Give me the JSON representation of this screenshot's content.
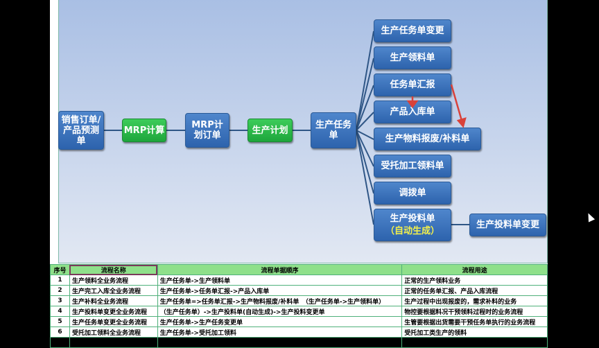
{
  "diagram": {
    "chain": [
      "销售订单/产品预测单",
      "MRP计算",
      "MRP计划订单",
      "生产计划",
      "生产任务单"
    ],
    "branches": [
      "生产任务单变更",
      "生产领料单",
      "任务单汇报",
      "产品入库单",
      "生产物料报废/补料单",
      "受托加工领料单",
      "调拨单"
    ],
    "feed": {
      "line1": "生产投料单",
      "line2": "（自动生成）"
    },
    "feed_change": "生产投料单变更",
    "colors": {
      "blue": "#3a72bd",
      "green": "#2bb94a",
      "arrow": "#d9423a",
      "highlight_text": "#f4f04a"
    }
  },
  "table": {
    "headers": [
      "序号",
      "流程名称",
      "流程单据顺序",
      "流程用途"
    ],
    "rows": [
      [
        "1",
        "生产领料全业务流程",
        "生产任务单->生产领料单",
        "正常的生产领料业务"
      ],
      [
        "2",
        "生产完工入库全业务流程",
        "生产任务单->任务单汇报->产品入库单",
        "正常的任务单汇报、产品入库流程"
      ],
      [
        "3",
        "生产补料全业务流程",
        "生产任务单=>任务单汇报->生产物料报废/补料单　（生产任务单->生产领料单）",
        "生产过程中出现报废的，需求补料的业务"
      ],
      [
        "4",
        "生产投料单变更全业务流程",
        "（生产任务单）->生产投料单(自动生成)->生产投料变更单",
        "物控要根据料况干预领料过程时的业务流程"
      ],
      [
        "5",
        "生产任务单变更全业务流程",
        "生产任务单->生产任务变更单",
        "生管要根据出货需要干预任务单执行的业务流程"
      ],
      [
        "6",
        "受托加工领料全业务流程",
        "生产任务单->受托加工领料",
        "受托加工类生产的领料"
      ]
    ]
  }
}
